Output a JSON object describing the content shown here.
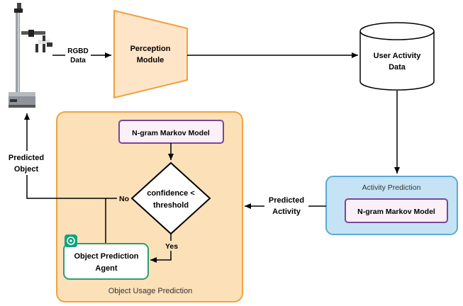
{
  "inputs": {
    "rgbd_line1": "RGBD",
    "rgbd_line2": "Data"
  },
  "perception": {
    "line1": "Perception",
    "line2": "Module"
  },
  "datastore": {
    "line1": "User Activity",
    "line2": "Data"
  },
  "activity_prediction": {
    "title": "Activity Prediction",
    "model": "N-gram Markov Model"
  },
  "predicted_activity": {
    "line1": "Predicted",
    "line2": "Activity"
  },
  "object_usage": {
    "title": "Object Usage Prediction",
    "model": "N-gram Markov Model",
    "decision_line1": "confidence <",
    "decision_line2": "threshold",
    "no_label": "No",
    "yes_label": "Yes",
    "agent_line1": "Object Prediction",
    "agent_line2": "Agent"
  },
  "predicted_object": {
    "line1": "Predicted",
    "line2": "Object"
  },
  "colors": {
    "perception_fill": "#ffe5c8",
    "perception_stroke": "#f0a040",
    "object_group_fill": "#fbe0b8",
    "object_group_stroke": "#f2a340",
    "activity_group_fill": "#c5e3f4",
    "activity_group_stroke": "#5aa9d6",
    "model_box_fill": "#fbf0f8",
    "model_box_stroke": "#7a4598",
    "agent_stroke": "#2e9e6e",
    "agent_icon": "#10a37f"
  }
}
